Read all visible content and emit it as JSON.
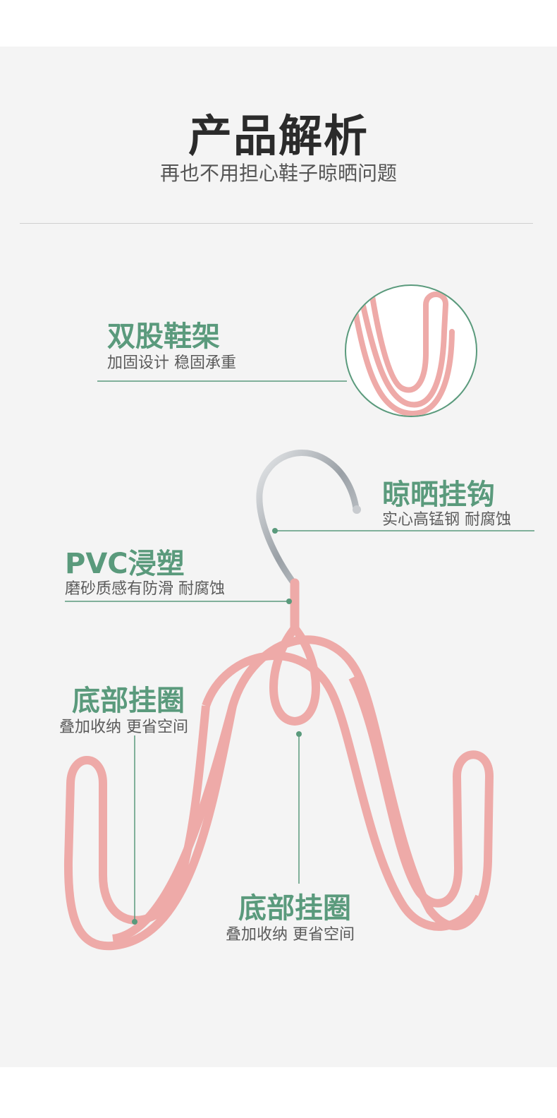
{
  "header": {
    "title": "产品解析",
    "subtitle": "再也不用担心鞋子晾晒问题"
  },
  "features": [
    {
      "title": "双股鞋架",
      "desc": "加固设计 稳固承重"
    },
    {
      "title": "晾晒挂钩",
      "desc": "实心高锰钢 耐腐蚀"
    },
    {
      "title": "PVC浸塑",
      "desc": "磨砂质感有防滑 耐腐蚀"
    },
    {
      "title": "底部挂圈",
      "desc": "叠加收纳 更省空间"
    },
    {
      "title": "底部挂圈",
      "desc": "叠加收纳 更省空间"
    }
  ],
  "colors": {
    "accent": "#5a9a7c",
    "pink": "#eeaaa8",
    "steel": "#c0c4c8",
    "panel": "#f4f4f4"
  }
}
